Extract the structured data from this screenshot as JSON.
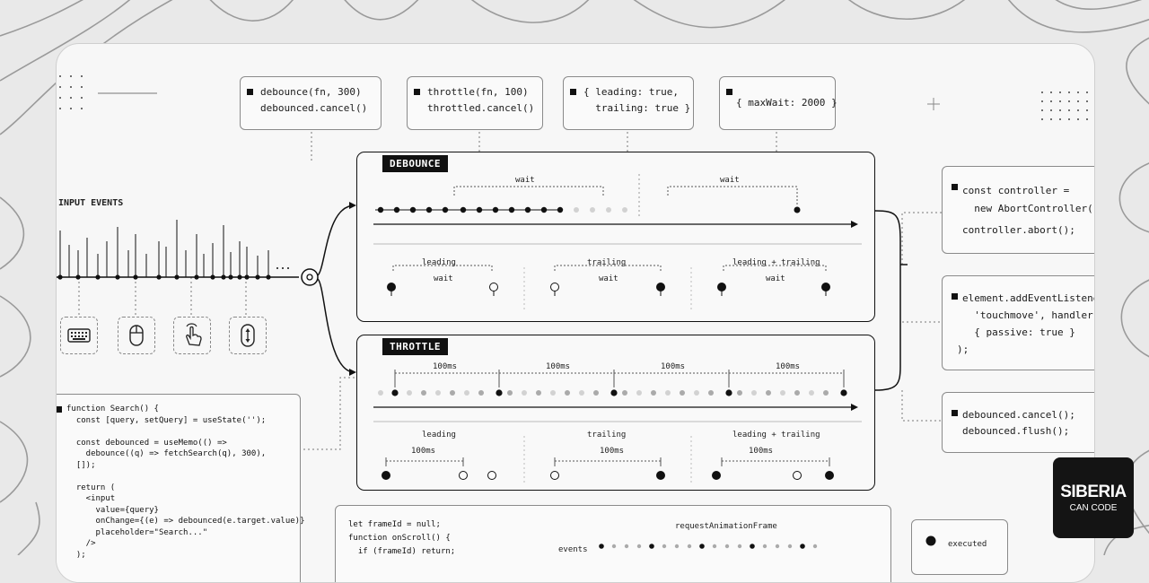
{
  "api_boxes": [
    {
      "line1": "debounce(fn, 300)",
      "line2": "debounced.cancel()"
    },
    {
      "line1": "throttle(fn, 100)",
      "line2": "throttled.cancel()"
    },
    {
      "line1": "{ leading: true,",
      "line2": "  trailing: true }"
    },
    {
      "line1": "",
      "line2": "{ maxWait: 2000 }"
    }
  ],
  "input_events_label": "INPUT EVENTS",
  "debounce": {
    "tag": "DEBOUNCE",
    "wait_label": "wait",
    "modes": [
      "leading",
      "trailing",
      "leading + trailing"
    ]
  },
  "throttle": {
    "tag": "THROTTLE",
    "interval_label": "100ms",
    "modes": [
      "leading",
      "trailing",
      "leading + trailing"
    ]
  },
  "right_boxes": [
    {
      "lines": [
        "const controller =",
        "  new AbortController();",
        "controller.abort();"
      ]
    },
    {
      "lines": [
        "element.addEventListener(",
        "  'touchmove', handler,",
        "  { passive: true }",
        ");"
      ]
    },
    {
      "lines": [
        "debounced.cancel();",
        "debounced.flush();"
      ]
    }
  ],
  "react_code": "function Search() {\n  const [query, setQuery] = useState('');\n\n  const debounced = useMemo(() =>\n    debounce((q) => fetchSearch(q), 300),\n  []);\n\n  return (\n    <input\n      value={query}\n      onChange={(e) => debounced(e.target.value)}\n      placeholder=\"Search...\"\n    />\n  );",
  "raf": {
    "code": "let frameId = null;\nfunction onScroll() {\n  if (frameId) return;",
    "title": "requestAnimationFrame",
    "events_label": "events"
  },
  "legend": {
    "executed": "executed"
  },
  "logo": {
    "line1": "SIBERIA",
    "line2": "CAN CODE"
  }
}
